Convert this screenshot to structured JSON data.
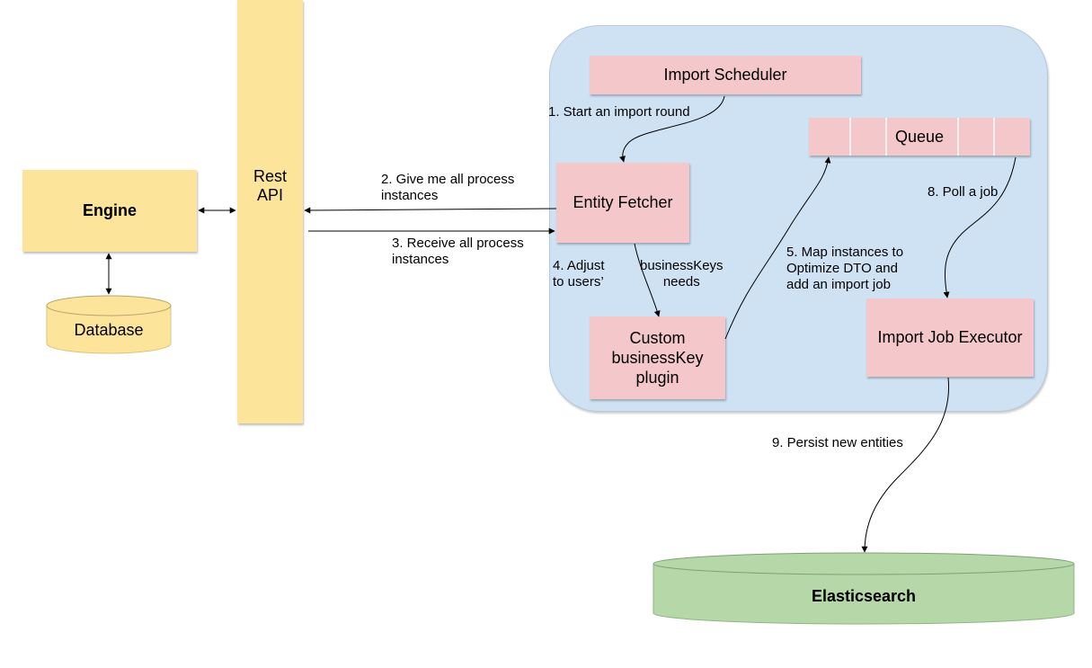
{
  "nodes": {
    "engine": "Engine",
    "database": "Database",
    "rest_api": "Rest\nAPI",
    "import_scheduler": "Import Scheduler",
    "entity_fetcher": "Entity Fetcher",
    "queue": "Queue",
    "custom_plugin": "Custom\nbusinessKey\nplugin",
    "import_job_executor": "Import Job Executor",
    "elasticsearch": "Elasticsearch"
  },
  "edges": {
    "start_import": "1. Start an import round",
    "give_me": "2. Give me all process\ninstances",
    "receive": "3. Receive all process\ninstances",
    "adjust_a": "4. Adjust\nto users’",
    "adjust_b": "businessKeys\nneeds",
    "map_instances": "5. Map instances to\nOptimize DTO and\nadd an import job",
    "poll_job": "8. Poll a job",
    "persist": "9. Persist new entities"
  },
  "colors": {
    "engine_fill": "#fde49b",
    "component_fill": "#f4c7ca",
    "region_fill": "#cfe2f3",
    "elasticsearch_fill": "#b6d7a8"
  }
}
